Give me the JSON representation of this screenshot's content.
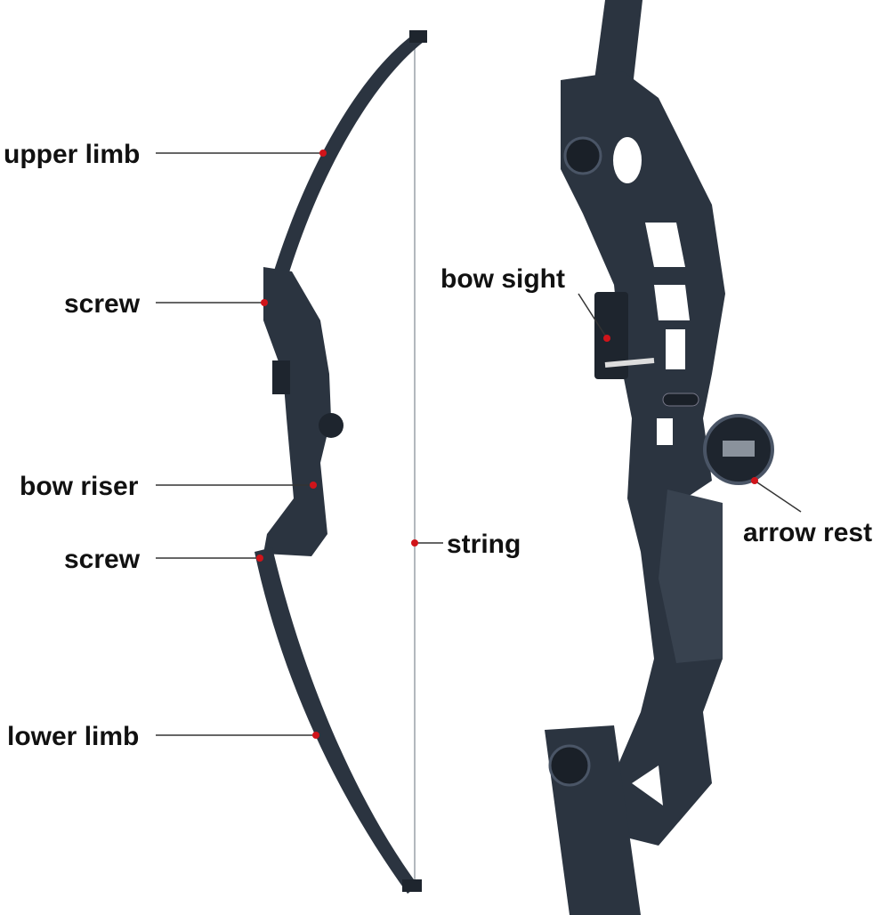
{
  "labels": {
    "upper_limb": "upper limb",
    "screw_top": "screw",
    "bow_riser": "bow riser",
    "screw_bottom": "screw",
    "lower_limb": "lower limb",
    "string": "string",
    "bow_sight": "bow sight",
    "arrow_rest": "arrow rest"
  },
  "colors": {
    "bow": "#2b3440",
    "bow_highlight": "#4a5566",
    "marker": "#d0141a",
    "leader": "#333333"
  }
}
